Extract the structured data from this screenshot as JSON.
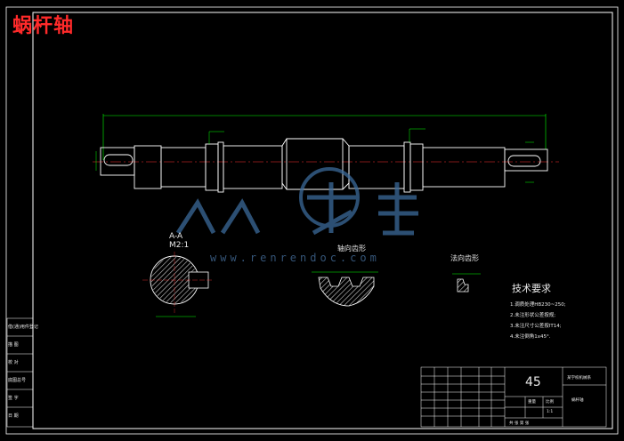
{
  "overlay_title": "蜗杆轴",
  "watermark": {
    "text": "人人文库",
    "url": "www.renrendoc.com"
  },
  "section_label": {
    "line1": "A-A",
    "line2": "M2:1"
  },
  "detail_labels": {
    "axial": "轴向齿形",
    "normal": "法向齿形"
  },
  "technical_requirements": {
    "title": "技术要求",
    "items": [
      "1.调质处理HB230~250;",
      "2.未注形状公差按规;",
      "3.未注尺寸公差按IT14;",
      "4.未注倒角1x45°."
    ]
  },
  "title_block": {
    "material": "45",
    "school": "某学校机械系",
    "part_name": "蜗杆轴",
    "scale": "比例",
    "ratio": "1:1",
    "sheet": "共 张 第 张",
    "weight": "重量"
  },
  "side_table": [
    "借(通)用件登记",
    "描 图",
    "校 对",
    "底图总号",
    "签 字",
    "日 期"
  ],
  "colors": {
    "shaft": "#ffffff",
    "dims": "#00ff00",
    "border": "#ffffff",
    "hatch": "#00ff66",
    "center": "#ff3333"
  }
}
